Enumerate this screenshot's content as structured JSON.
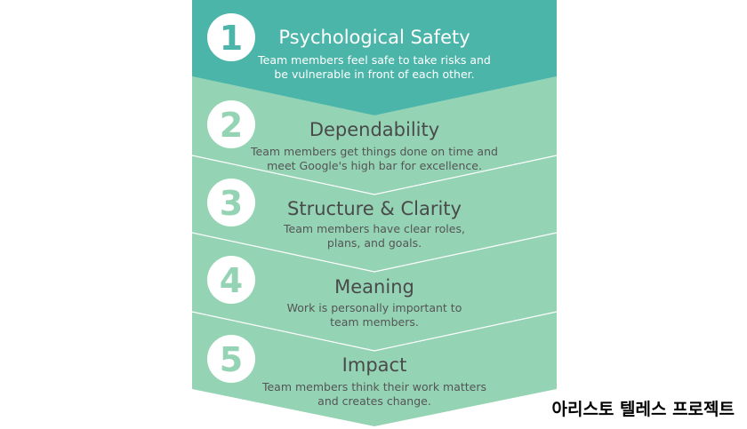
{
  "colors": {
    "first_band": "#4cb5a9",
    "band": "#94d3b3",
    "circle": "#ffffff",
    "divider": "#ffffff",
    "first_text": "#ffffff",
    "text": "#4a4a4a",
    "desc_text": "#555555"
  },
  "items": [
    {
      "number": "1",
      "title": "Psychological Safety",
      "desc_lines": [
        "Team members feel safe to take risks and",
        "be vulnerable in front of each other."
      ]
    },
    {
      "number": "2",
      "title": "Dependability",
      "desc_lines": [
        "Team members get things done on time and",
        "meet Google's high bar for excellence."
      ]
    },
    {
      "number": "3",
      "title": "Structure & Clarity",
      "desc_lines": [
        "Team members have clear roles,",
        "plans, and goals."
      ]
    },
    {
      "number": "4",
      "title": "Meaning",
      "desc_lines": [
        "Work is personally important to",
        "team members."
      ]
    },
    {
      "number": "5",
      "title": "Impact",
      "desc_lines": [
        "Team members think their work matters",
        "and creates change."
      ]
    }
  ],
  "caption": "아리스토 텔레스 프로젝트"
}
